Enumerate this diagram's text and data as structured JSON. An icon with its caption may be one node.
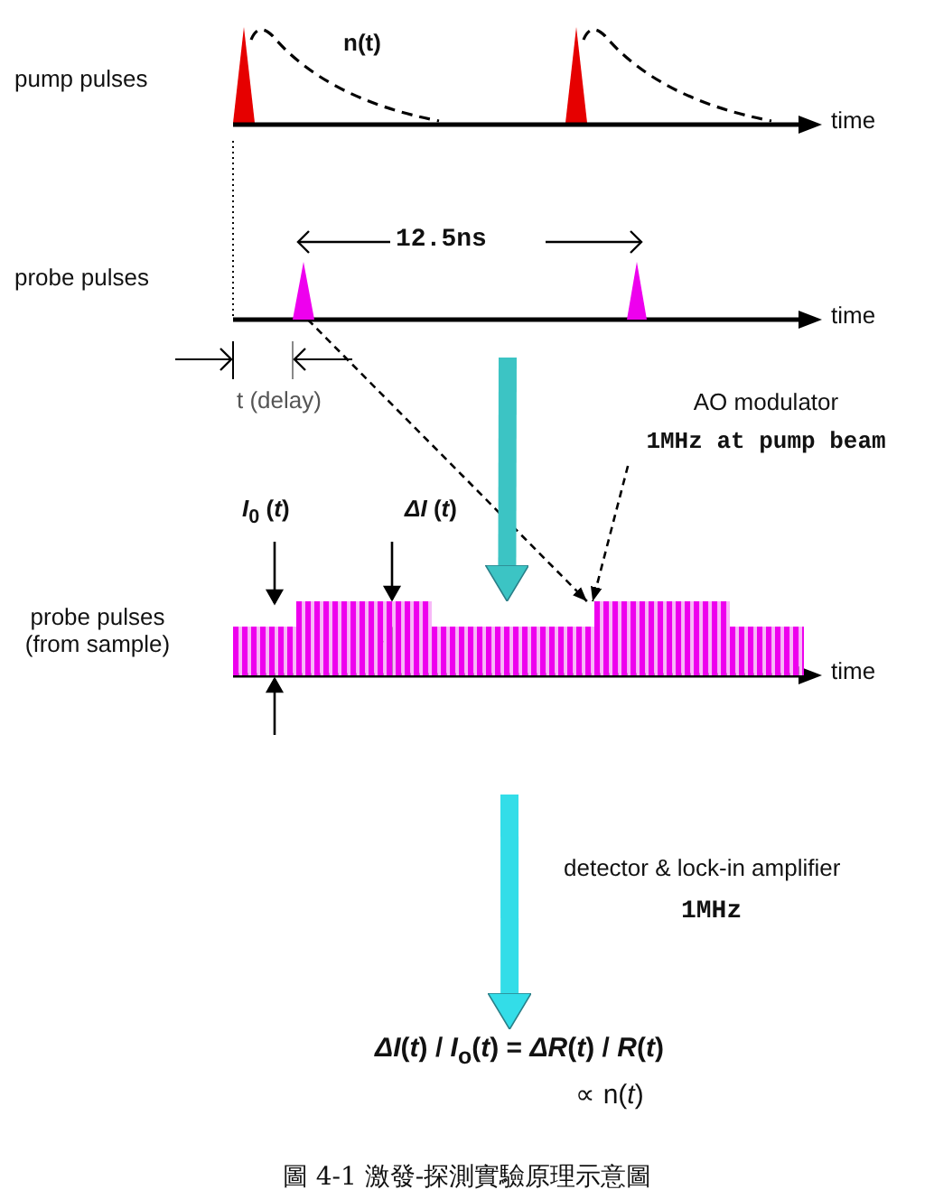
{
  "diagram": {
    "caption": "圖 4-1 激發-探測實驗原理示意圖",
    "nodes": [
      {
        "text": [
          "AO modulator",
          "1MHz at pump beam"
        ]
      },
      {
        "text": [],
        "shape": "triangle"
      },
      {
        "text": [],
        "shape": "triangle"
      },
      {
        "text": [],
        "shape": "bar"
      },
      {
        "text": [
          "*ΔI*(*t*) / *I*$_{o}$(*t*) = *ΔR*(*t*) / *R*(*t*)",
          "∝ n(*t*)"
        ]
      }
    ],
    "edges": [
      {
        "from": 1,
        "to": 3,
        "arrow": "to",
        "style": "dashed"
      },
      {
        "from": 0,
        "to": 3,
        "arrow": "to",
        "style": "dashed"
      },
      {
        "from": null,
        "to": 3,
        "arrow": "to",
        "style": "thick",
        "color": "#3cc4c4"
      },
      {
        "from": null,
        "to": 4,
        "arrow": "to",
        "style": "thick",
        "color": "#33dde8"
      }
    ],
    "labels": [
      "pump pulses",
      "n(t)",
      "time",
      "12.5ns",
      "probe pulses",
      "time",
      "t (delay)",
      "*I*$_{0}$ (*t*)",
      "*ΔI* (*t*)",
      "probe pulses (from sample)",
      "time",
      "detector & lock-in amplifier",
      "1MHz"
    ]
  }
}
